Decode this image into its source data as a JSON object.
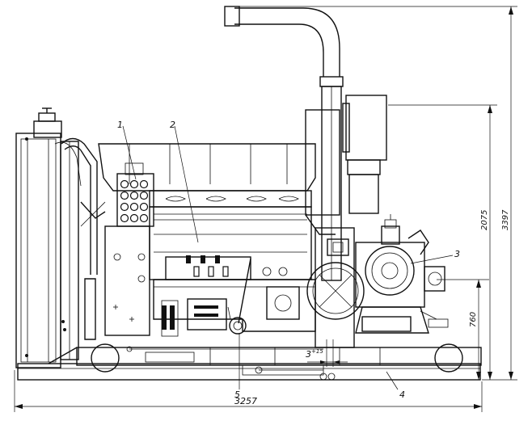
{
  "callouts": {
    "c1": "1",
    "c2": "2",
    "c3": "3",
    "c4": "4",
    "c5": "5"
  },
  "dimensions": {
    "total_length": "3257",
    "total_height": "3397",
    "exhaust_height": "2075",
    "shaft_height": "760",
    "offset_main": "3",
    "offset_sup": "+15"
  }
}
